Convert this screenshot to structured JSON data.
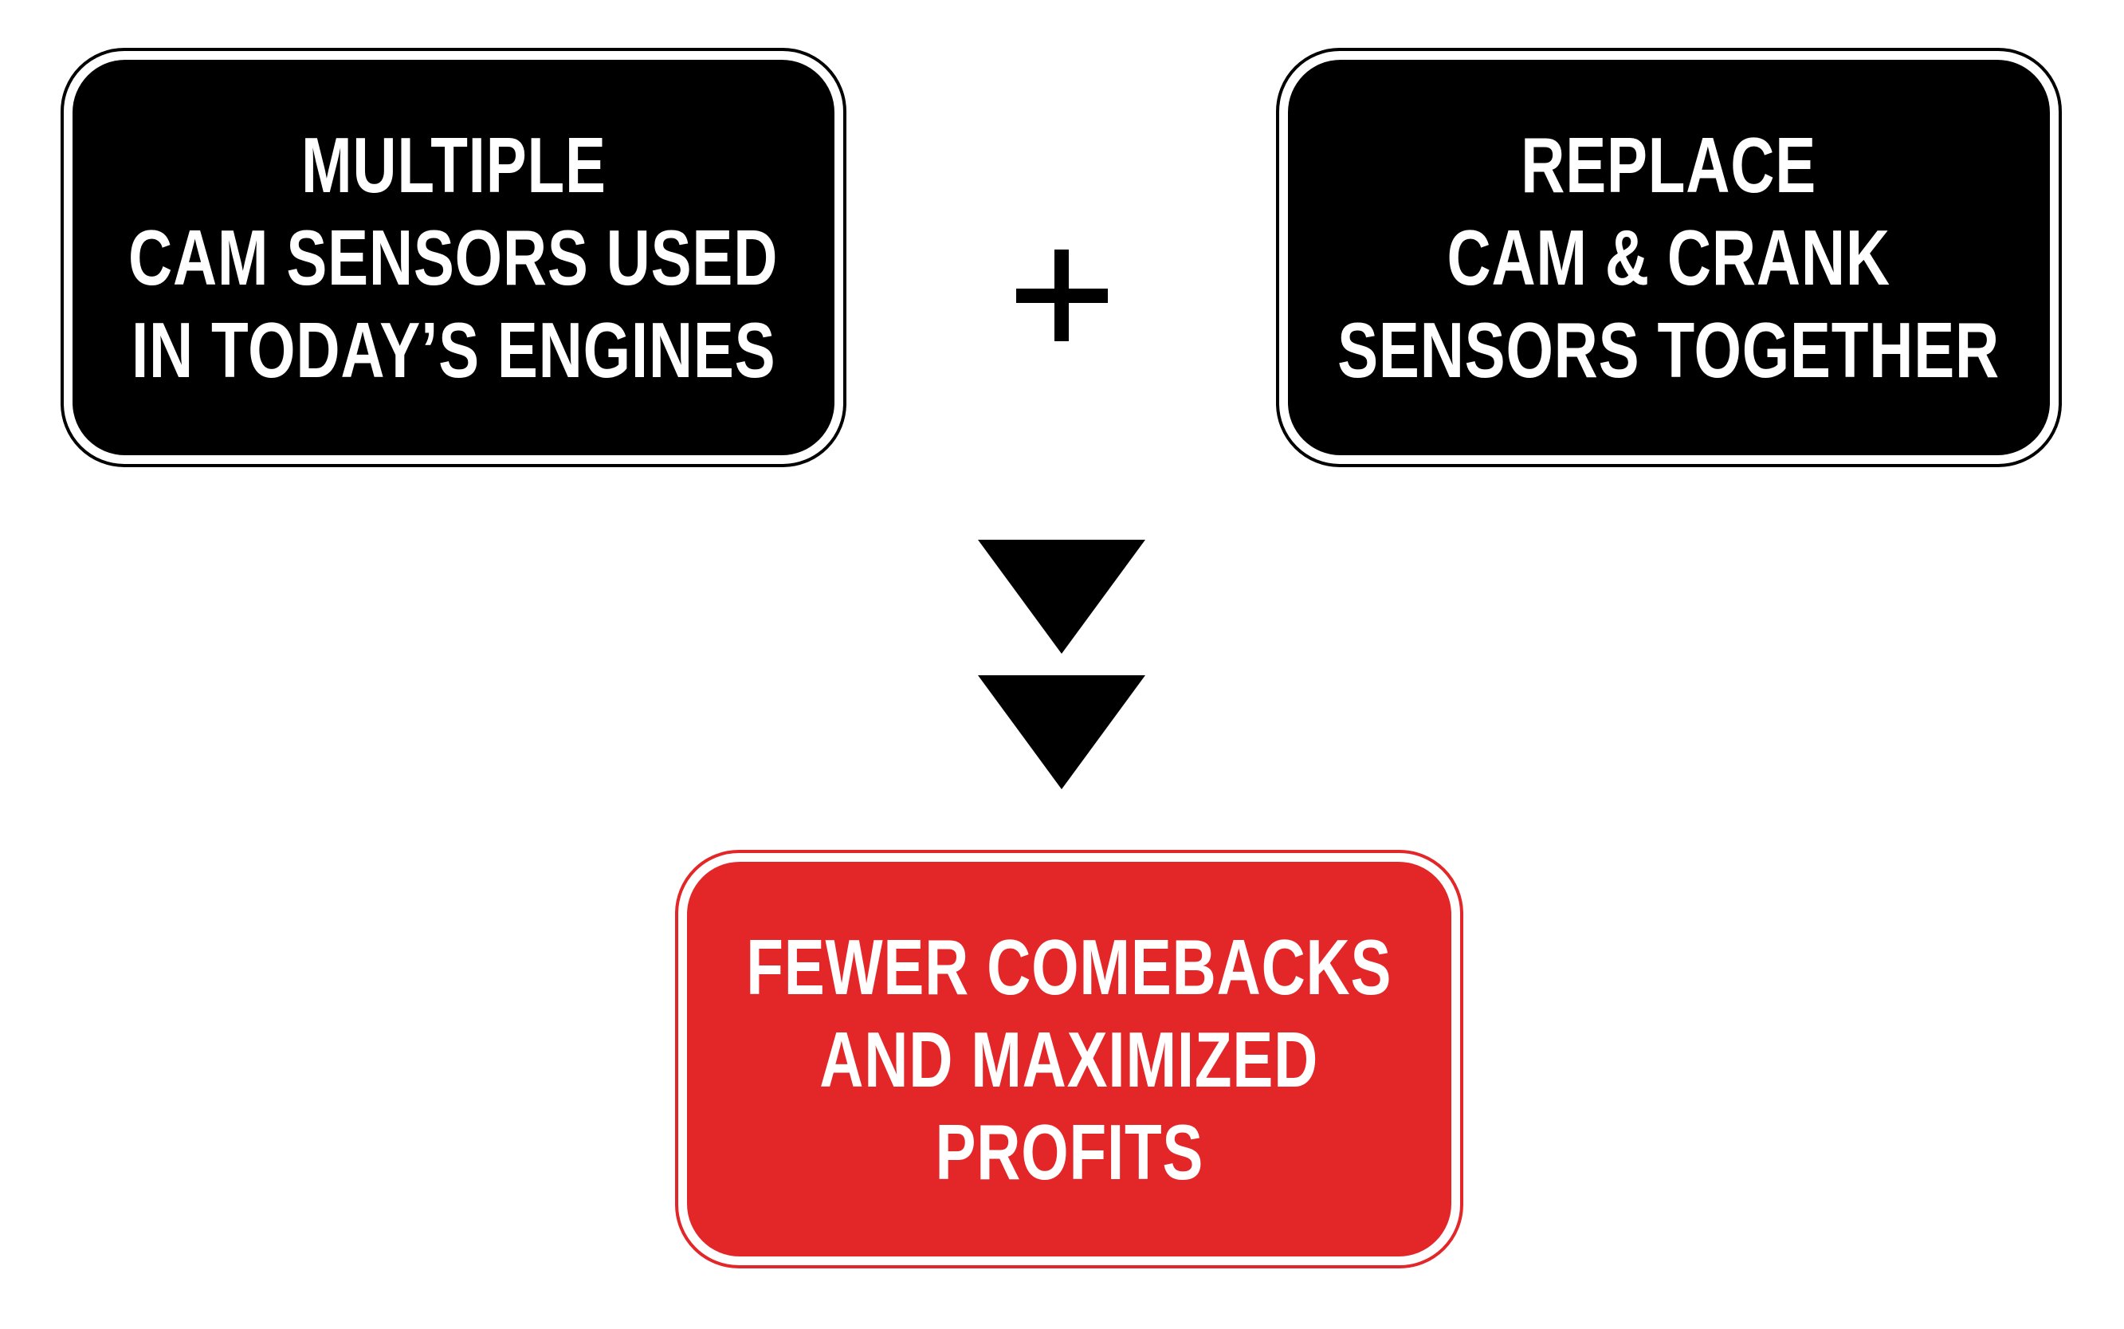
{
  "left_box": {
    "lines": [
      "MULTIPLE",
      "CAM SENSORS USED",
      "IN TODAY’S ENGINES"
    ]
  },
  "operator": "plus-icon",
  "right_box": {
    "lines": [
      "REPLACE",
      "CAM & CRANK",
      "SENSORS TOGETHER"
    ]
  },
  "arrows": [
    "down-triangle-icon",
    "down-triangle-icon"
  ],
  "result_box": {
    "lines": [
      "FEWER COMEBACKS",
      "AND MAXIMIZED",
      "PROFITS"
    ]
  },
  "colors": {
    "box": "#000000",
    "result": "#e32729",
    "text": "#ffffff"
  }
}
